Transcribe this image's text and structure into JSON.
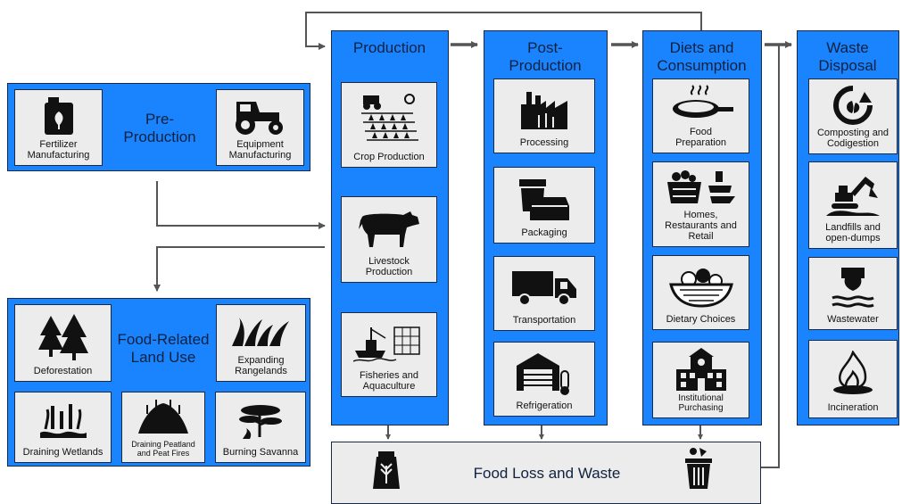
{
  "pre_production": {
    "title": "Pre-\nProduction",
    "tiles": [
      {
        "label": "Fertilizer\nManufacturing",
        "icon": "fertilizer-jug-icon"
      },
      {
        "label": "Equipment\nManufacturing",
        "icon": "tractor-icon"
      }
    ]
  },
  "land_use": {
    "title": "Food-Related\nLand Use",
    "tiles": [
      {
        "label": "Deforestation",
        "icon": "forest-trees-icon"
      },
      {
        "label": "Expanding\nRangelands",
        "icon": "grass-icon"
      },
      {
        "label": "Draining Wetlands",
        "icon": "wetland-reeds-icon"
      },
      {
        "label": "Draining Peatland\nand Peat Fires",
        "icon": "peat-fire-icon"
      },
      {
        "label": "Burning Savanna",
        "icon": "savanna-tree-icon"
      }
    ]
  },
  "production": {
    "title": "Production",
    "tiles": [
      {
        "label": "Crop Production",
        "icon": "crop-field-icon"
      },
      {
        "label": "Livestock\nProduction",
        "icon": "cow-icon"
      },
      {
        "label": "Fisheries and\nAquaculture",
        "icon": "fishing-boat-icon"
      }
    ]
  },
  "post_production": {
    "title": "Post-\nProduction",
    "tiles": [
      {
        "label": "Processing",
        "icon": "factory-icon"
      },
      {
        "label": "Packaging",
        "icon": "food-container-icon"
      },
      {
        "label": "Transportation",
        "icon": "truck-icon"
      },
      {
        "label": "Refrigeration",
        "icon": "cold-storage-icon"
      }
    ]
  },
  "diets": {
    "title": "Diets and\nConsumption",
    "tiles": [
      {
        "label": "Food\nPreparation",
        "icon": "frying-pan-icon"
      },
      {
        "label": "Homes,\nRestaurants and\nRetail",
        "icon": "grocery-basket-icon"
      },
      {
        "label": "Dietary Choices",
        "icon": "food-bowl-icon"
      },
      {
        "label": "Institutional\nPurchasing",
        "icon": "school-building-icon"
      }
    ]
  },
  "waste": {
    "title": "Waste\nDisposal",
    "tiles": [
      {
        "label": "Composting and\nCodigestion",
        "icon": "compost-cycle-icon"
      },
      {
        "label": "Landfills and\nopen-dumps",
        "icon": "excavator-icon"
      },
      {
        "label": "Wastewater",
        "icon": "wastewater-pipe-icon"
      },
      {
        "label": "Incineration",
        "icon": "incineration-fire-icon"
      }
    ]
  },
  "food_loss": {
    "title": "Food Loss and Waste",
    "icons": [
      "grain-bag-icon",
      "trash-bin-icon"
    ]
  },
  "colors": {
    "stage_blue": "#1a84ff",
    "tile_gray": "#ececec",
    "title_navy": "#10213f",
    "arrow": "#555555"
  }
}
